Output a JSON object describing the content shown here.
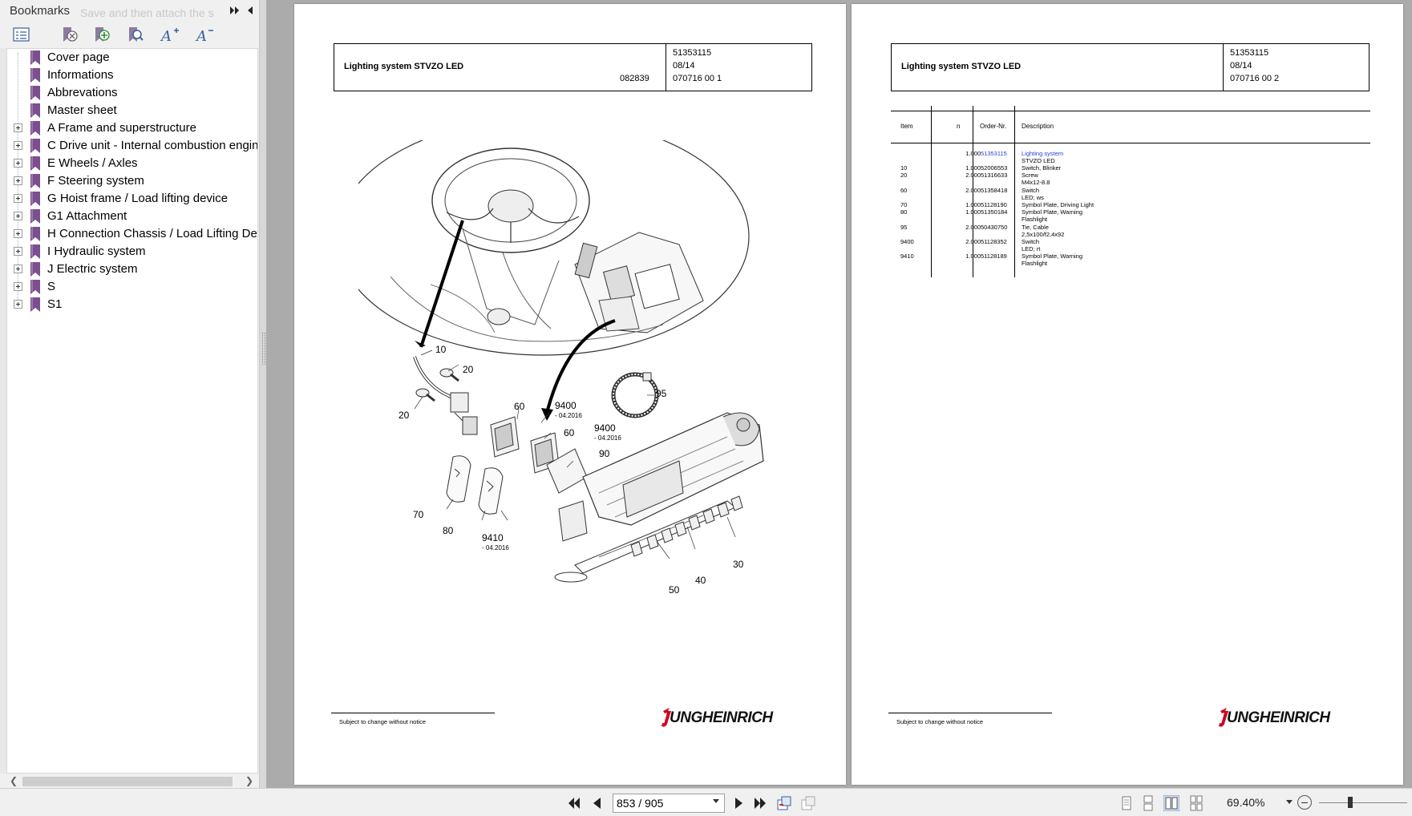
{
  "sidebar": {
    "title": "Bookmarks",
    "ghost_hint": "Save and then attach the s",
    "tree": [
      {
        "label": "Cover page",
        "expandable": false
      },
      {
        "label": "Informations",
        "expandable": false
      },
      {
        "label": "Abbrevations",
        "expandable": false
      },
      {
        "label": "Master sheet",
        "expandable": false
      },
      {
        "label": "A Frame and superstructure",
        "expandable": true
      },
      {
        "label": "C Drive unit - Internal combustion engine",
        "expandable": true
      },
      {
        "label": "E Wheels / Axles",
        "expandable": true
      },
      {
        "label": "F Steering system",
        "expandable": true
      },
      {
        "label": "G Hoist frame / Load lifting device",
        "expandable": true
      },
      {
        "label": "G1 Attachment",
        "expandable": true
      },
      {
        "label": "H Connection Chassis / Load Lifting Device",
        "expandable": true
      },
      {
        "label": "I Hydraulic system",
        "expandable": true
      },
      {
        "label": "J Electric system",
        "expandable": true
      },
      {
        "label": "S",
        "expandable": true
      },
      {
        "label": "S1",
        "expandable": true
      }
    ],
    "bookmark_color": "#7b4f8f"
  },
  "page1": {
    "title": "Lighting system STVZO LED",
    "drawing_no": "082839",
    "ref1": "51353115",
    "ref2": "08/14",
    "ref3": "070716 00 1",
    "footer": "Subject to change without notice",
    "logo": "UNGHEINRICH",
    "callouts": [
      {
        "label": "10"
      },
      {
        "label": "20"
      },
      {
        "label": "20"
      },
      {
        "label": "60"
      },
      {
        "label": "9400"
      },
      {
        "label": "- 04.2016"
      },
      {
        "label": "9400"
      },
      {
        "label": "- 04.2016"
      },
      {
        "label": "60"
      },
      {
        "label": "90"
      },
      {
        "label": "95"
      },
      {
        "label": "70"
      },
      {
        "label": "80"
      },
      {
        "label": "9410"
      },
      {
        "label": "- 04.2016"
      },
      {
        "label": "30"
      },
      {
        "label": "40"
      },
      {
        "label": "50"
      }
    ]
  },
  "page2": {
    "title": "Lighting system STVZO LED",
    "ref1": "51353115",
    "ref2": "08/14",
    "ref3": "070716 00 2",
    "footer": "Subject to change without notice",
    "logo": "UNGHEINRICH",
    "table": {
      "headers": {
        "item": "Item",
        "n": "n",
        "order": "Order-Nr.",
        "desc": "Description"
      },
      "rows": [
        {
          "item": "",
          "n": "1.000",
          "order": "51353115",
          "desc": "Lighting system",
          "link": true
        },
        {
          "item": "",
          "n": "",
          "order": "",
          "desc": "STVZO LED"
        },
        {
          "item": "10",
          "n": "1.000",
          "order": "52006553",
          "desc": "Switch, Blinker"
        },
        {
          "item": "20",
          "n": "2.000",
          "order": "51316633",
          "desc": "Screw"
        },
        {
          "item": "",
          "n": "",
          "order": "",
          "desc": "M4x12-8.8"
        },
        {
          "item": "60",
          "n": "2.000",
          "order": "51358418",
          "desc": "Switch"
        },
        {
          "item": "",
          "n": "",
          "order": "",
          "desc": "LED; ws"
        },
        {
          "item": "70",
          "n": "1.000",
          "order": "51128190",
          "desc": "Symbol Plate, Driving Light"
        },
        {
          "item": "80",
          "n": "1.000",
          "order": "51350184",
          "desc": "Symbol Plate, Warning"
        },
        {
          "item": "",
          "n": "",
          "order": "",
          "desc": "Flashlight"
        },
        {
          "item": "95",
          "n": "2.000",
          "order": "50430750",
          "desc": "Tie, Cable"
        },
        {
          "item": "",
          "n": "",
          "order": "",
          "desc": "2,5x100/f2,4x92"
        },
        {
          "item": "9400",
          "n": "2.000",
          "order": "51128352",
          "desc": "Switch"
        },
        {
          "item": "",
          "n": "",
          "order": "",
          "desc": "LED; rt"
        },
        {
          "item": "9410",
          "n": "1.000",
          "order": "51128189",
          "desc": "Symbol Plate, Warning"
        },
        {
          "item": "",
          "n": "",
          "order": "",
          "desc": "Flashlight"
        }
      ]
    }
  },
  "statusbar": {
    "page_value": "853 / 905",
    "zoom": "69.40%",
    "zoom_fraction": 0.35
  },
  "colors": {
    "link": "#2a3fd6",
    "logo_red": "#d2001e"
  }
}
